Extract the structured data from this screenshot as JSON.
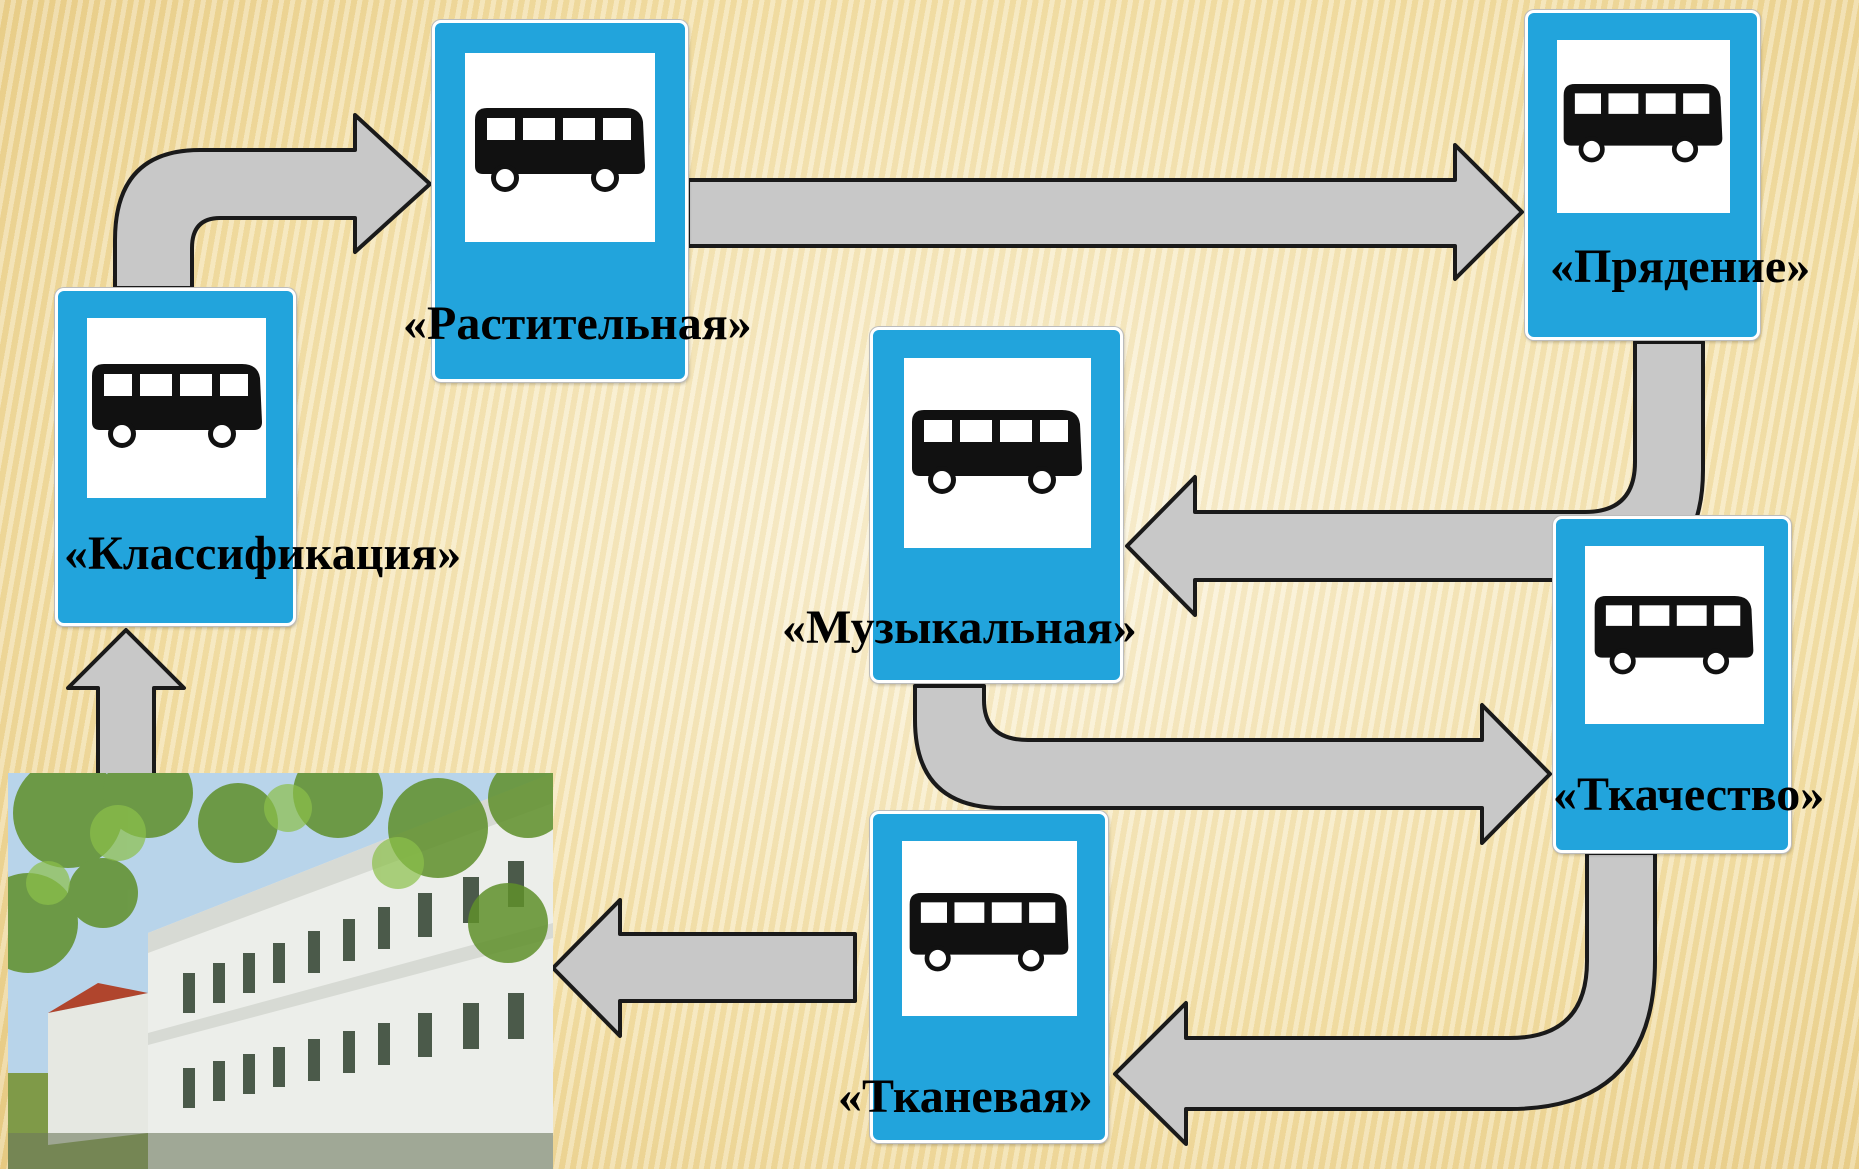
{
  "stops": {
    "klass": "«Классификация»",
    "rast": "«Растительная»",
    "pryad": "«Прядение»",
    "muz": "«Музыкальная»",
    "tkach": "«Ткачество»",
    "tkan": "«Тканевая»"
  },
  "colors": {
    "sign_blue": "#22a4dc",
    "arrow_fill": "#c8c8c8",
    "arrow_stroke": "#1a1a1a",
    "bus": "#111111"
  },
  "icons": {
    "bus": "bus-icon",
    "arrow": "arrow"
  },
  "photo": {
    "subject": "school building",
    "walls": "#e8eae6",
    "roof": "#b0452d",
    "foliage": "#5f8f2a"
  }
}
